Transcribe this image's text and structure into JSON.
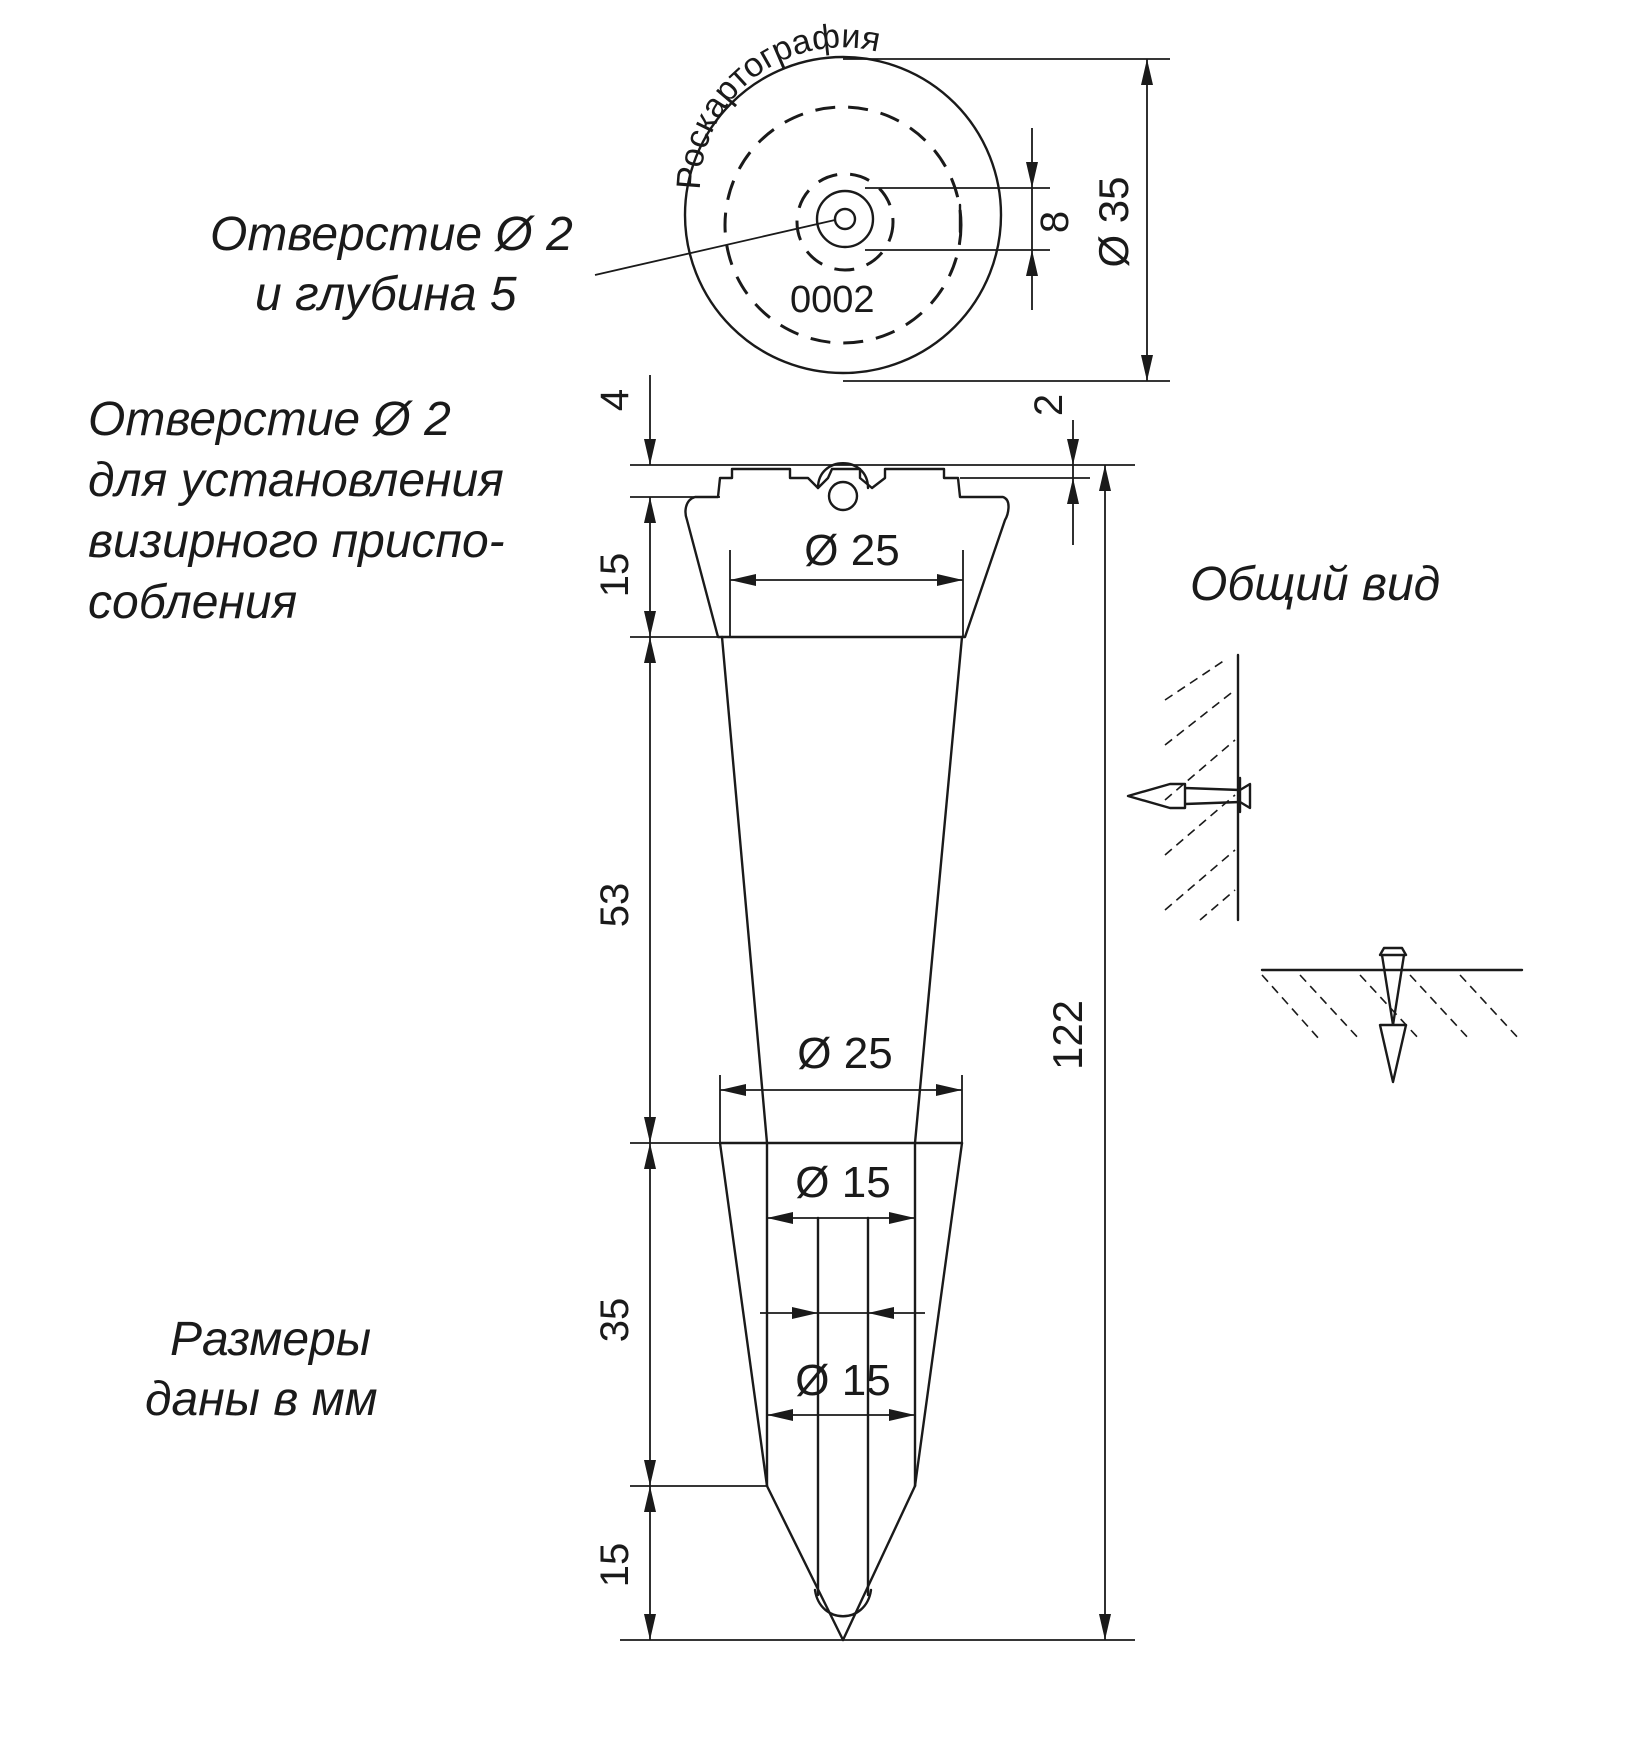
{
  "notes": {
    "hole_top_line1": "Отверстие Ø 2",
    "hole_top_line2": "и глубина  5",
    "hole_side_line1": "Отверстие Ø 2",
    "hole_side_line2": "для установления",
    "hole_side_line3": "визирного приспо-",
    "hole_side_line4": "собления",
    "general_view": "Общий  вид",
    "units_line1": "Размеры",
    "units_line2": "даны в  мм"
  },
  "stamp": {
    "arc_text": "Роскартография",
    "number": "0002"
  },
  "dimensions": {
    "d35": "Ø 35",
    "d8": "8",
    "d4": "4",
    "d2": "2",
    "v15_top": "15",
    "v53": "53",
    "v35": "35",
    "v15_bottom": "15",
    "v122": "122",
    "dia25_top": "Ø 25",
    "dia25_mid": "Ø 25",
    "dia15_a": "Ø 15",
    "dia15_b": "Ø 15"
  }
}
